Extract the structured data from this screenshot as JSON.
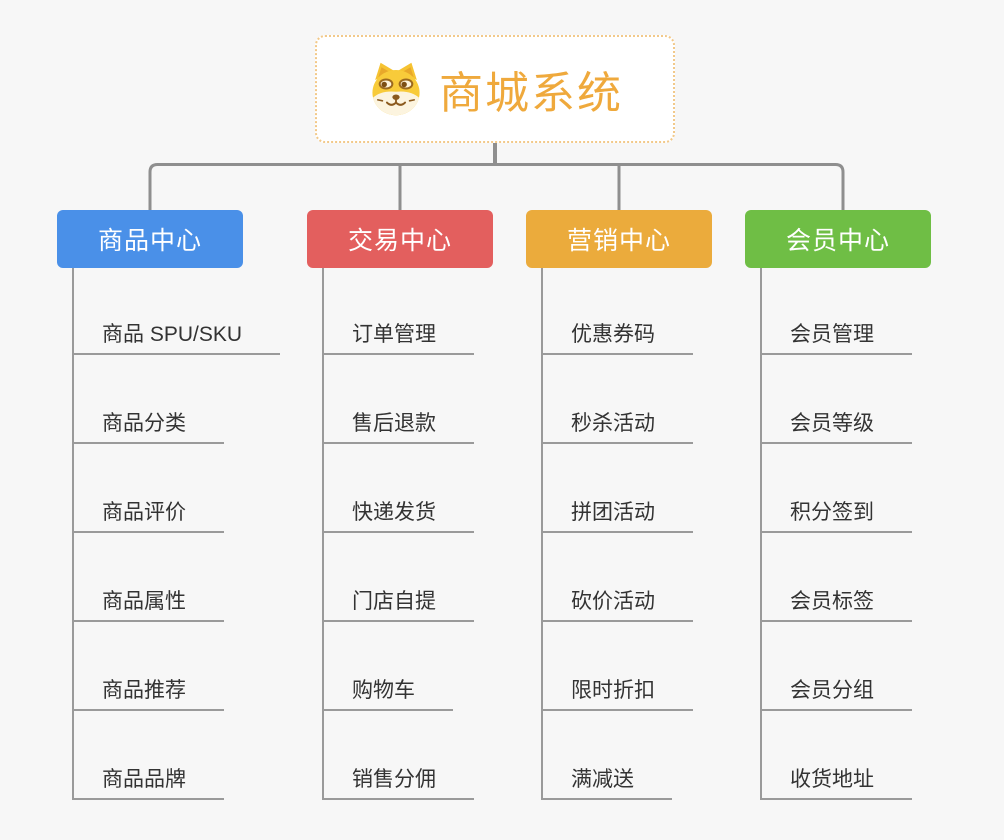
{
  "root": {
    "title": "商城系统",
    "icon": "dog-face-icon"
  },
  "colors": {
    "background": "#f7f7f7",
    "connector": "#8f8f8f",
    "root_border": "#f2c98a",
    "root_text": "#efa93c",
    "sub_item_text": "#333333",
    "sub_item_line": "#9a9a9a",
    "branch_label_text": "#ffffff"
  },
  "branches": [
    {
      "label": "商品中心",
      "color": "#4a90e8",
      "items": [
        "商品 SPU/SKU",
        "商品分类",
        "商品评价",
        "商品属性",
        "商品推荐",
        "商品品牌"
      ]
    },
    {
      "label": "交易中心",
      "color": "#e35f5e",
      "items": [
        "订单管理",
        "售后退款",
        "快递发货",
        "门店自提",
        "购物车",
        "销售分佣"
      ]
    },
    {
      "label": "营销中心",
      "color": "#ebab3c",
      "items": [
        "优惠券码",
        "秒杀活动",
        "拼团活动",
        "砍价活动",
        "限时折扣",
        "满减送"
      ]
    },
    {
      "label": "会员中心",
      "color": "#6fbe45",
      "items": [
        "会员管理",
        "会员等级",
        "积分签到",
        "会员标签",
        "会员分组",
        "收货地址"
      ]
    }
  ]
}
